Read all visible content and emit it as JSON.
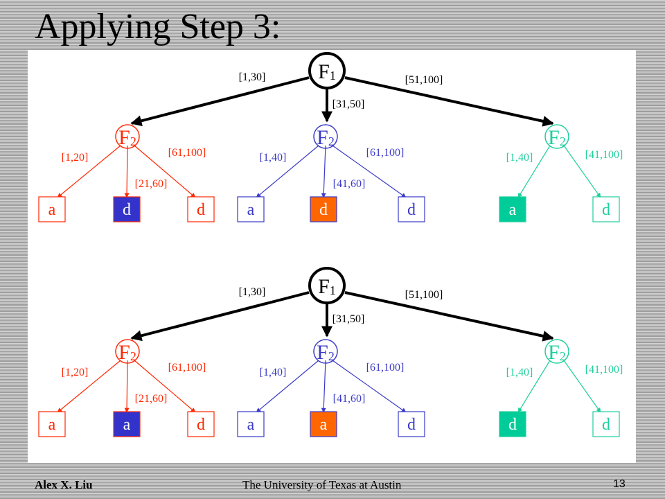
{
  "slide": {
    "title": "Applying Step 3:",
    "footer": {
      "author": "Alex X. Liu",
      "institution": "The University of Texas at Austin",
      "page": "13"
    }
  },
  "colors": {
    "root_edge": "#000000",
    "red": "#ff2600",
    "blue": "#3a3ac7",
    "teal": "#1fcf9c",
    "fill_blue": "#3333cc",
    "fill_orange": "#ff6600",
    "fill_teal": "#00cc99"
  },
  "trees": [
    {
      "root": {
        "label": "F",
        "sub": "1"
      },
      "edges": [
        "[1,30]",
        "[31,50]",
        "[51,100]"
      ],
      "children": [
        {
          "label": "F",
          "sub": "2",
          "color": "red",
          "edges": [
            "[1,20]",
            "[21,60]",
            "[61,100]"
          ],
          "leaves": [
            {
              "text": "a",
              "filled": false
            },
            {
              "text": "d",
              "filled": true,
              "fill": "fill_blue"
            },
            {
              "text": "d",
              "filled": false
            }
          ]
        },
        {
          "label": "F",
          "sub": "2",
          "color": "blue",
          "edges": [
            "[1,40]",
            "[41,60]",
            "[61,100]"
          ],
          "leaves": [
            {
              "text": "a",
              "filled": false
            },
            {
              "text": "d",
              "filled": true,
              "fill": "fill_orange"
            },
            {
              "text": "d",
              "filled": false
            }
          ]
        },
        {
          "label": "F",
          "sub": "2",
          "color": "teal",
          "edges": [
            "[1,40]",
            "[41,100]"
          ],
          "leaves": [
            {
              "text": "a",
              "filled": true,
              "fill": "fill_teal"
            },
            {
              "text": "d",
              "filled": false
            }
          ]
        }
      ]
    },
    {
      "root": {
        "label": "F",
        "sub": "1"
      },
      "edges": [
        "[1,30]",
        "[31,50]",
        "[51,100]"
      ],
      "children": [
        {
          "label": "F",
          "sub": "2",
          "color": "red",
          "edges": [
            "[1,20]",
            "[21,60]",
            "[61,100]"
          ],
          "leaves": [
            {
              "text": "a",
              "filled": false
            },
            {
              "text": "a",
              "filled": true,
              "fill": "fill_blue"
            },
            {
              "text": "d",
              "filled": false
            }
          ]
        },
        {
          "label": "F",
          "sub": "2",
          "color": "blue",
          "edges": [
            "[1,40]",
            "[41,60]",
            "[61,100]"
          ],
          "leaves": [
            {
              "text": "a",
              "filled": false
            },
            {
              "text": "a",
              "filled": true,
              "fill": "fill_orange"
            },
            {
              "text": "d",
              "filled": false
            }
          ]
        },
        {
          "label": "F",
          "sub": "2",
          "color": "teal",
          "edges": [
            "[1,40]",
            "[41,100]"
          ],
          "leaves": [
            {
              "text": "d",
              "filled": true,
              "fill": "fill_teal"
            },
            {
              "text": "d",
              "filled": false
            }
          ]
        }
      ]
    }
  ]
}
